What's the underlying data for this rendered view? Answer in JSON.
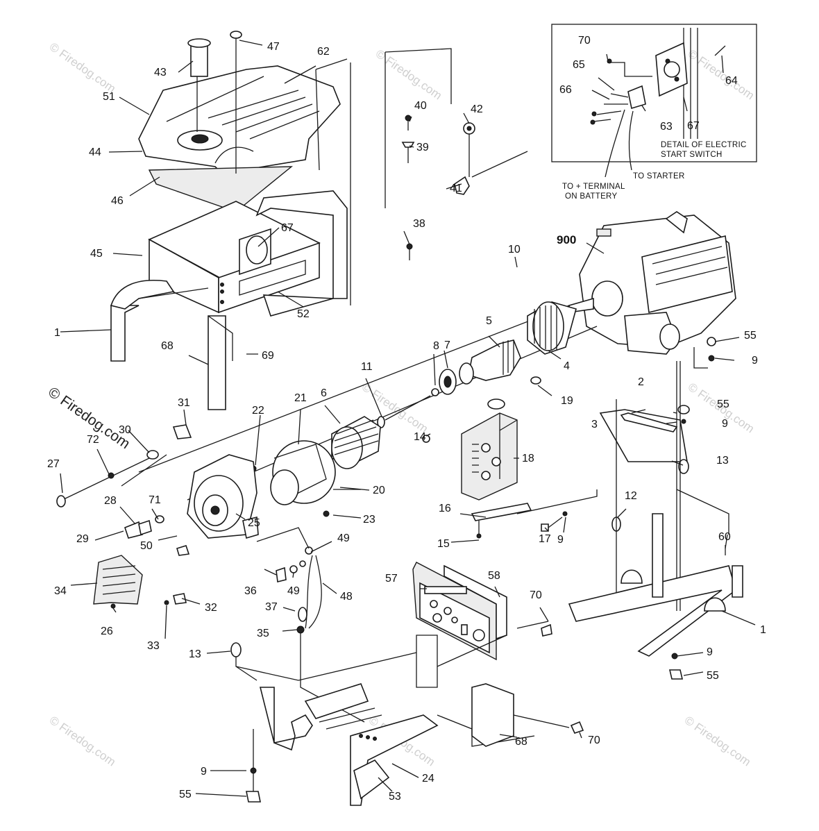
{
  "watermark": {
    "text": "© Firedog.com",
    "primary_text": "© Firedog.com"
  },
  "inset": {
    "caption_line1": "DETAIL OF ELECTRIC",
    "caption_line2": "START SWITCH",
    "note_starter": "TO STARTER",
    "note_battery_line1": "TO + TERMINAL",
    "note_battery_line2": "ON BATTERY"
  },
  "callouts": [
    {
      "id": "c47",
      "text": "47"
    },
    {
      "id": "c62",
      "text": "62"
    },
    {
      "id": "c43",
      "text": "43"
    },
    {
      "id": "c51",
      "text": "51"
    },
    {
      "id": "c44",
      "text": "44"
    },
    {
      "id": "c46",
      "text": "46"
    },
    {
      "id": "c40",
      "text": "40"
    },
    {
      "id": "c42",
      "text": "42"
    },
    {
      "id": "c39",
      "text": "39"
    },
    {
      "id": "c41",
      "text": "41"
    },
    {
      "id": "c38",
      "text": "38"
    },
    {
      "id": "c67a",
      "text": "67"
    },
    {
      "id": "c45",
      "text": "45"
    },
    {
      "id": "c52",
      "text": "52"
    },
    {
      "id": "c1a",
      "text": "1"
    },
    {
      "id": "c68a",
      "text": "68"
    },
    {
      "id": "c69",
      "text": "69"
    },
    {
      "id": "c10",
      "text": "10"
    },
    {
      "id": "c900",
      "text": "900"
    },
    {
      "id": "c70a",
      "text": "70"
    },
    {
      "id": "c65",
      "text": "65"
    },
    {
      "id": "c66",
      "text": "66"
    },
    {
      "id": "c63",
      "text": "63"
    },
    {
      "id": "c67b",
      "text": "67"
    },
    {
      "id": "c64",
      "text": "64"
    },
    {
      "id": "c5",
      "text": "5"
    },
    {
      "id": "c8",
      "text": "8"
    },
    {
      "id": "c7",
      "text": "7"
    },
    {
      "id": "c4",
      "text": "4"
    },
    {
      "id": "c55a",
      "text": "55"
    },
    {
      "id": "c9a",
      "text": "9"
    },
    {
      "id": "c19",
      "text": "19"
    },
    {
      "id": "c11",
      "text": "11"
    },
    {
      "id": "c6",
      "text": "6"
    },
    {
      "id": "c21",
      "text": "21"
    },
    {
      "id": "c22",
      "text": "22"
    },
    {
      "id": "c31",
      "text": "31"
    },
    {
      "id": "c30",
      "text": "30"
    },
    {
      "id": "c72",
      "text": "72"
    },
    {
      "id": "c27",
      "text": "27"
    },
    {
      "id": "c28",
      "text": "28"
    },
    {
      "id": "c71",
      "text": "71"
    },
    {
      "id": "c29",
      "text": "29"
    },
    {
      "id": "c25",
      "text": "25"
    },
    {
      "id": "c20",
      "text": "20"
    },
    {
      "id": "c23",
      "text": "23"
    },
    {
      "id": "c14",
      "text": "14"
    },
    {
      "id": "c18",
      "text": "18"
    },
    {
      "id": "c2",
      "text": "2"
    },
    {
      "id": "c3",
      "text": "3"
    },
    {
      "id": "c55b",
      "text": "55"
    },
    {
      "id": "c9b",
      "text": "9"
    },
    {
      "id": "c13a",
      "text": "13"
    },
    {
      "id": "c12",
      "text": "12"
    },
    {
      "id": "c16",
      "text": "16"
    },
    {
      "id": "c15",
      "text": "15"
    },
    {
      "id": "c17",
      "text": "17"
    },
    {
      "id": "c9c",
      "text": "9"
    },
    {
      "id": "c60",
      "text": "60"
    },
    {
      "id": "c50",
      "text": "50"
    },
    {
      "id": "c34",
      "text": "34"
    },
    {
      "id": "c49a",
      "text": "49"
    },
    {
      "id": "c36",
      "text": "36"
    },
    {
      "id": "c49b",
      "text": "49"
    },
    {
      "id": "c48",
      "text": "48"
    },
    {
      "id": "c32",
      "text": "32"
    },
    {
      "id": "c26",
      "text": "26"
    },
    {
      "id": "c33",
      "text": "33"
    },
    {
      "id": "c37",
      "text": "37"
    },
    {
      "id": "c35",
      "text": "35"
    },
    {
      "id": "c13b",
      "text": "13"
    },
    {
      "id": "c57",
      "text": "57"
    },
    {
      "id": "c58",
      "text": "58"
    },
    {
      "id": "c70b",
      "text": "70"
    },
    {
      "id": "c1b",
      "text": "1"
    },
    {
      "id": "c9d",
      "text": "9"
    },
    {
      "id": "c55c",
      "text": "55"
    },
    {
      "id": "c68b",
      "text": "68"
    },
    {
      "id": "c70c",
      "text": "70"
    },
    {
      "id": "c9e",
      "text": "9"
    },
    {
      "id": "c55d",
      "text": "55"
    },
    {
      "id": "c24",
      "text": "24"
    },
    {
      "id": "c53",
      "text": "53"
    }
  ]
}
